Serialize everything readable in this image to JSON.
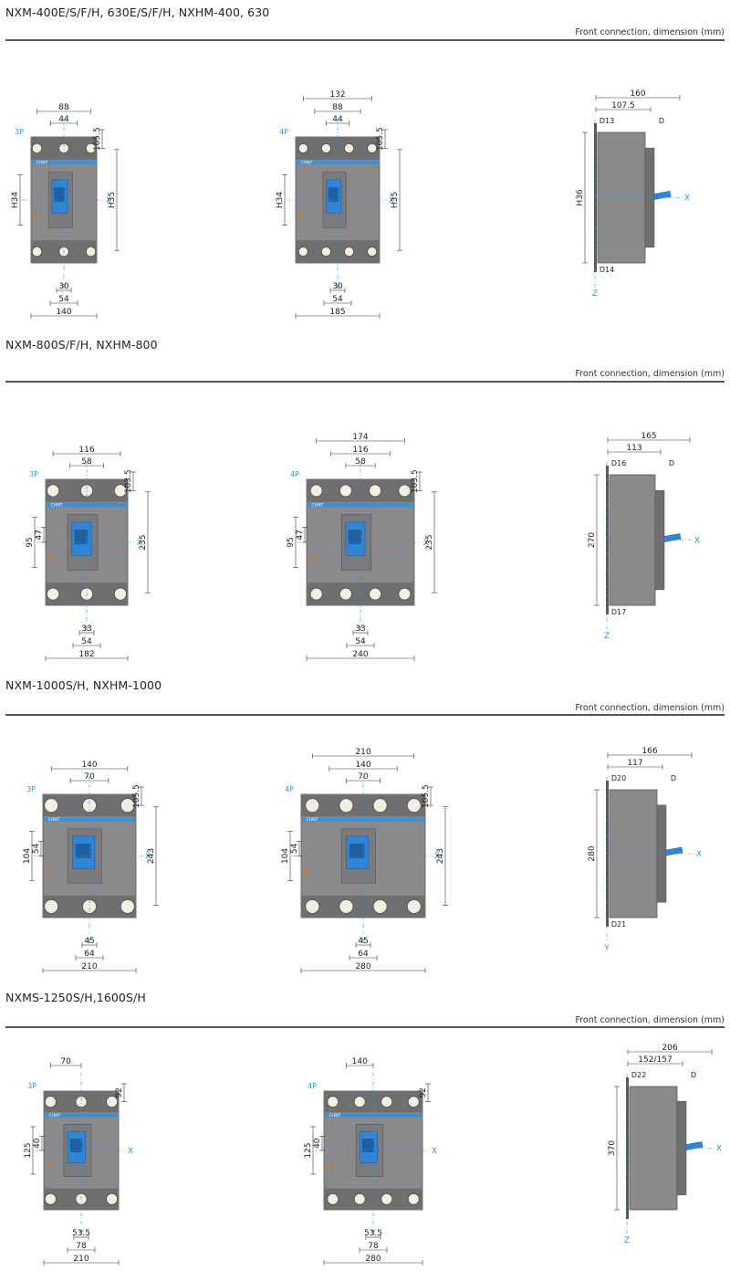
{
  "connection_label": "Front connection, dimension (mm)",
  "brand": "CHNT",
  "colors": {
    "body": "#8a8a8c",
    "frame": "#6f6f71",
    "stripe": "#3a8fd8",
    "handle": "#2f86d8",
    "dim": "#3a3a3a",
    "axis": "#2a9ad8"
  },
  "sections": [
    {
      "title": "NXM-400E/S/F/H, 630E/S/F/H, NXHM-400, 630",
      "p3": {
        "pole": "3P",
        "d1": "88",
        "d2": "44",
        "top": "105.5",
        "hl": "H34",
        "hr": "H35",
        "b1": "30",
        "b2": "54",
        "w": "140"
      },
      "p4": {
        "pole": "4P",
        "d0": "132",
        "d1": "88",
        "d2": "44",
        "top": "105.5",
        "hl": "H34",
        "hr": "H35",
        "b1": "30",
        "b2": "54",
        "w": "185"
      },
      "side": {
        "a": "160",
        "b": "107.5",
        "c": "D13",
        "d": "D",
        "h": "H36",
        "e": "D14",
        "x": "X",
        "z": "Z"
      }
    },
    {
      "title": "NXM-800S/F/H, NXHM-800",
      "p3": {
        "pole": "3P",
        "d1": "116",
        "d2": "58",
        "top": "103.5",
        "hl": "95",
        "hs": "47",
        "hr": "235",
        "b1": "33",
        "b2": "54",
        "w": "182"
      },
      "p4": {
        "pole": "4P",
        "d0": "174",
        "d1": "116",
        "d2": "58",
        "top": "103.5",
        "hl": "95",
        "hs": "47",
        "hr": "235",
        "b1": "33",
        "b2": "54",
        "w": "240"
      },
      "side": {
        "a": "165",
        "b": "113",
        "c": "D16",
        "d": "D",
        "h": "270",
        "e": "D17",
        "x": "X",
        "z": "Z"
      }
    },
    {
      "title": "NXM-1000S/H, NXHM-1000",
      "p3": {
        "pole": "3P",
        "d1": "140",
        "d2": "70",
        "top": "105.5",
        "hl": "104",
        "hs": "54",
        "hr": "243",
        "b1": "45",
        "b2": "64",
        "w": "210"
      },
      "p4": {
        "pole": "4P",
        "d0": "210",
        "d1": "140",
        "d2": "70",
        "top": "105.5",
        "hl": "104",
        "hs": "54",
        "hr": "243",
        "b1": "45",
        "b2": "64",
        "w": "280"
      },
      "side": {
        "a": "166",
        "b": "117",
        "c": "D20",
        "d": "D",
        "h": "280",
        "e": "D21",
        "x": "X",
        "z": "Y"
      }
    },
    {
      "title": "NXMS-1250S/H,1600S/H",
      "p3": {
        "pole": "3P",
        "d1": "70",
        "top": "92",
        "hl": "125",
        "hs": "40",
        "b1": "53.5",
        "b2": "78",
        "w": "210"
      },
      "p4": {
        "pole": "4P",
        "d1": "140",
        "top": "92",
        "hl": "125",
        "hs": "40",
        "b1": "53.5",
        "b2": "78",
        "w": "280"
      },
      "side": {
        "a": "206",
        "b": "152/157",
        "c": "D22",
        "d": "D",
        "h": "370",
        "x": "X",
        "z": "Z"
      }
    }
  ],
  "axis": {
    "x": "X",
    "y": "Y",
    "z": "Z"
  }
}
